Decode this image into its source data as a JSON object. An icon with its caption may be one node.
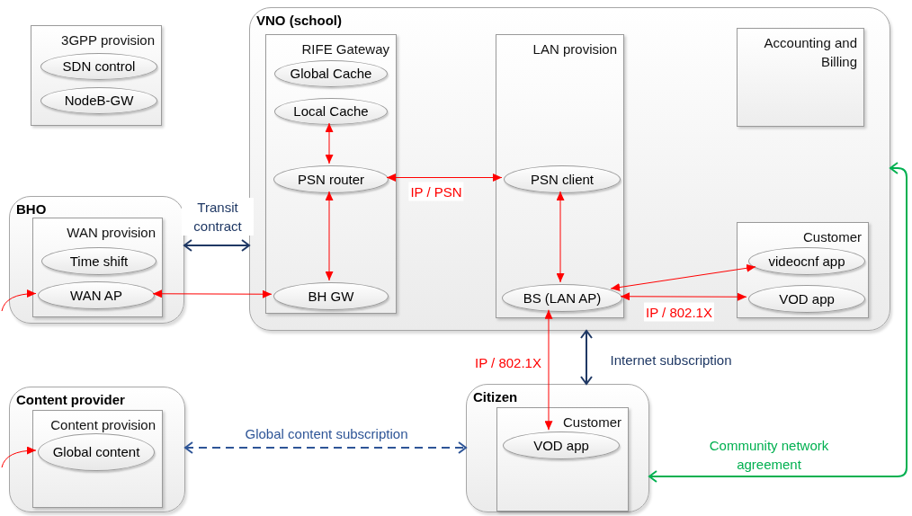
{
  "diagram": {
    "nodes": [
      {
        "text": [
          "3GPP provision"
        ]
      },
      {
        "text": [
          "SDN control"
        ],
        "in": 0
      },
      {
        "text": [
          "NodeB-GW"
        ],
        "in": 0
      },
      {
        "text": [
          "VNO (school)"
        ]
      },
      {
        "text": [
          "RIFE Gateway"
        ],
        "in": 3
      },
      {
        "text": [
          "Global Cache"
        ],
        "in": 4
      },
      {
        "text": [
          "Local Cache"
        ],
        "in": 4
      },
      {
        "text": [
          "PSN router"
        ],
        "in": 4
      },
      {
        "text": [
          "BH GW"
        ],
        "in": 4
      },
      {
        "text": [
          "LAN provision"
        ],
        "in": 3
      },
      {
        "text": [
          "PSN client"
        ],
        "in": 9
      },
      {
        "text": [
          "BS (LAN AP)"
        ],
        "in": 9
      },
      {
        "text": [
          "Accounting and Billing"
        ],
        "in": 3
      },
      {
        "text": [
          "Customer"
        ],
        "in": 3
      },
      {
        "text": [
          "videocnf app"
        ],
        "in": 13
      },
      {
        "text": [
          "VOD app"
        ],
        "in": 13
      },
      {
        "text": [
          "BHO"
        ]
      },
      {
        "text": [
          "WAN provision"
        ],
        "in": 16
      },
      {
        "text": [
          "Time shift"
        ],
        "in": 17
      },
      {
        "text": [
          "WAN AP"
        ],
        "in": 17
      },
      {
        "text": [
          "Content provider"
        ]
      },
      {
        "text": [
          "Content provision"
        ],
        "in": 20
      },
      {
        "text": [
          "Global content"
        ],
        "in": 21
      },
      {
        "text": [
          "Citizen"
        ]
      },
      {
        "text": [
          "Customer"
        ],
        "in": 23
      },
      {
        "text": [
          "VOD app"
        ],
        "in": 24
      }
    ],
    "edges": [
      {
        "from": 6,
        "to": 7,
        "arrow": "both"
      },
      {
        "from": 7,
        "to": 10,
        "arrow": "both",
        "label": "IP / PSN"
      },
      {
        "from": 7,
        "to": 8,
        "arrow": "both"
      },
      {
        "from": 10,
        "to": 11,
        "arrow": "both"
      },
      {
        "from": 8,
        "to": 19,
        "arrow": "both"
      },
      {
        "from": 11,
        "to": 14,
        "arrow": "both"
      },
      {
        "from": 11,
        "to": 15,
        "arrow": "both",
        "label": "IP / 802.1X"
      },
      {
        "from": 11,
        "to": 25,
        "arrow": "both",
        "label": "IP / 802.1X"
      },
      {
        "from": 16,
        "to": 3,
        "arrow": "both",
        "label": "Transit contract",
        "color": "#1f3864"
      },
      {
        "from": 3,
        "to": 23,
        "arrow": "both",
        "label": "Internet subscription",
        "color": "#1f3864"
      },
      {
        "from": 20,
        "to": 23,
        "arrow": "both",
        "label": "Global content subscription",
        "style": "dashed",
        "color": "#2e5597"
      },
      {
        "from": null,
        "to": 19,
        "arrow": "to"
      },
      {
        "from": null,
        "to": 22,
        "arrow": "to"
      },
      {
        "from": 23,
        "to": 3,
        "arrow": "both",
        "label": "Community network agreement",
        "color": "#00b050"
      }
    ]
  }
}
